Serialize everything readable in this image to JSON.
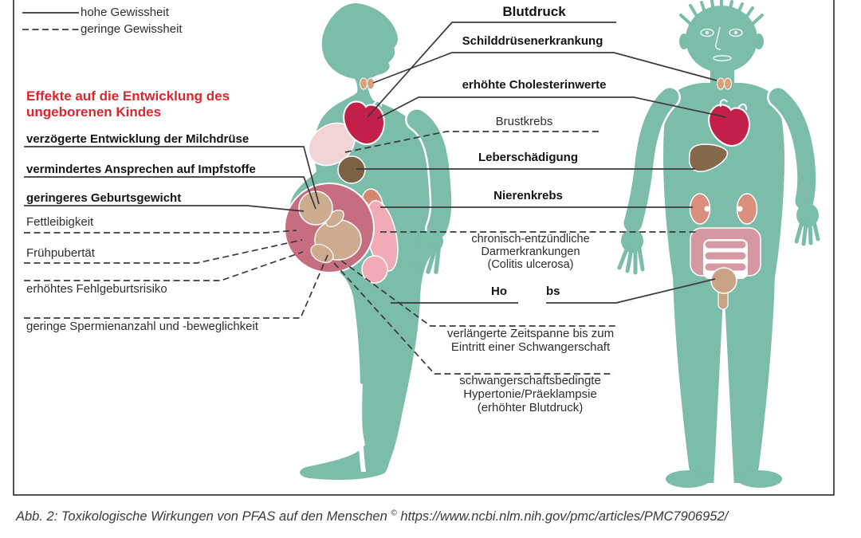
{
  "legend": {
    "high_label": "hohe Gewissheit",
    "low_label": "geringe Gewissheit"
  },
  "fetal_heading": {
    "line1": "Effekte auf die Entwicklung des",
    "line2": "ungeborenen Kindes"
  },
  "left_labels": {
    "milchdruese": "verzögerte Entwicklung der Milchdrüse",
    "impfstoffe": "vermindertes Ansprechen auf Impfstoffe",
    "geburtsgewicht": "geringeres Geburtsgewicht",
    "fettleibigkeit": "Fettleibigkeit",
    "fruehpubertaet": "Frühpubertät",
    "fehlgeburtsrisiko": "erhöhtes Fehlgeburtsrisiko",
    "spermien": "geringe Spermienanzahl und -beweglichkeit"
  },
  "organ_labels": {
    "blutdruck": "Blutdruck",
    "schilddruese": "Schilddrüsenerkrankung",
    "cholesterin": "erhöhte Cholesterinwerte",
    "brustkrebs": "Brustkrebs",
    "leber": "Leberschädigung",
    "nieren": "Nierenkrebs",
    "darm_line1": "chronisch-entzündliche",
    "darm_line2": "Darmerkrankungen",
    "darm_line3": "(Colitis ulcerosa)",
    "hoden_left": "Ho",
    "hoden_right": "bs",
    "zeitspanne_line1": "verlängerte Zeitspanne bis zum",
    "zeitspanne_line2": "Eintritt einer Schwangerschaft",
    "hypertonie_line1": "schwangerschaftsbedingte",
    "hypertonie_line2": "Hypertonie/Präeklampsie",
    "hypertonie_line3": "(erhöhter Blutdruck)"
  },
  "caption": "Abb. 2: Toxikologische Wirkungen von PFAS auf den Menschen",
  "caption_symbol": "©",
  "caption_url": "https://www.ncbi.nlm.nih.gov/pmc/articles/PMC7906952/",
  "colors": {
    "body_teal": "#7bbcab",
    "heart_crimson": "#c22049",
    "breast_pink": "#f2d4d6",
    "liver_brown": "#7c6245",
    "man_liver_brown": "#84684a",
    "kidney_salmon": "#d7876f",
    "uterus_rose": "#c66e80",
    "fetus_tan": "#cdab8e",
    "intestine_pink": "#f0abb5",
    "man_intestine_pink": "#d699a4",
    "testis_tan": "#c8a284",
    "thyroid_orange": "#d89f79",
    "heading_red": "#d9272e",
    "line_gray": "#3a3a3a"
  }
}
